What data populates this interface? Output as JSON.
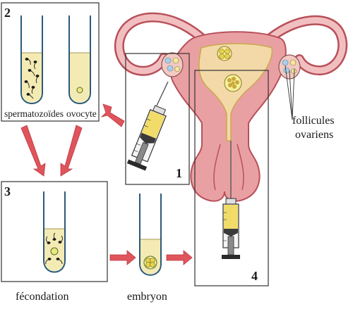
{
  "steps": {
    "s1": "1",
    "s2": "2",
    "s3": "3",
    "s4": "4"
  },
  "labels": {
    "sperm": "spermatozoïdes",
    "oocyte": "ovocyte",
    "fertilization": "fécondation",
    "embryo": "embryon",
    "follicles_line1": "follicules",
    "follicles_line2": "ovariens"
  },
  "colors": {
    "uterus_wall": "#e9a0a3",
    "uterus_edge": "#b8505a",
    "cavity": "#f3d9a8",
    "tube_liquid": "#f4ebb4",
    "arrow": "#e0545c",
    "plunger": "#3a3a3a",
    "syringe_liquid": "#f1dc6a"
  }
}
